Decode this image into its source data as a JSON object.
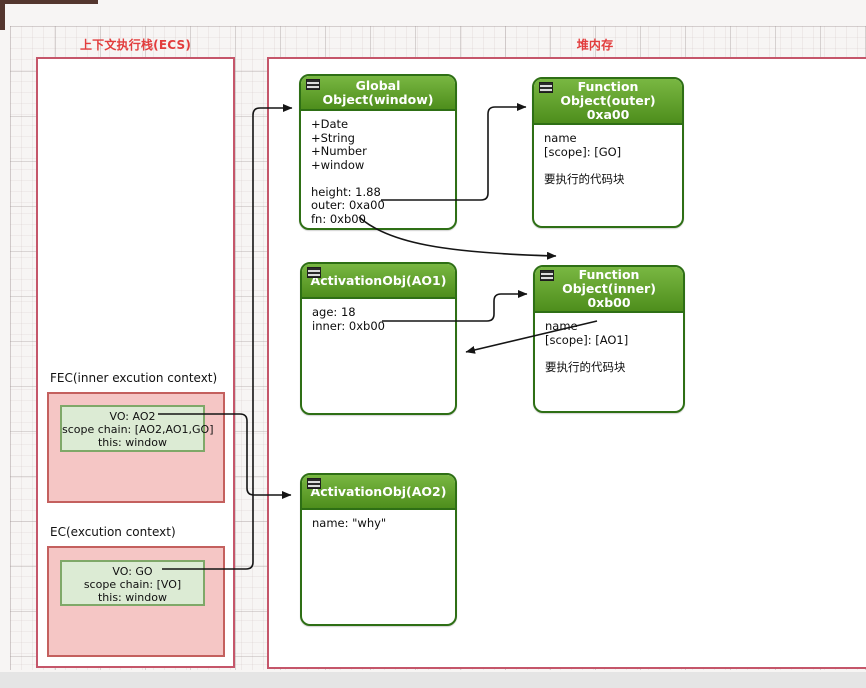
{
  "titles": {
    "ecs": "上下文执行栈(ECS)",
    "heap": "堆内存"
  },
  "ecs": {
    "frames": [
      {
        "label": "FEC(inner excution context)",
        "vo": [
          "VO: AO2",
          "scope chain: [AO2,AO1,GO]",
          "this: window"
        ]
      },
      {
        "label": "EC(excution context)",
        "vo": [
          "VO: GO",
          "scope chain: [VO]",
          "this: window"
        ]
      }
    ]
  },
  "heap": {
    "objects": [
      {
        "title": "Global Object(window)",
        "subtitle": "",
        "lines": [
          "+Date",
          "+String",
          "+Number",
          "+window",
          "",
          "height: 1.88",
          "outer: 0xa00",
          "fn: 0xb00"
        ]
      },
      {
        "title": "Function Object(outer)",
        "subtitle": "0xa00",
        "lines": [
          "name",
          "[scope]: [GO]",
          "",
          "要执行的代码块"
        ]
      },
      {
        "title": "ActivationObj(AO1)",
        "subtitle": "",
        "lines": [
          "age: 18",
          "inner: 0xb00"
        ]
      },
      {
        "title": "Function Object(inner)",
        "subtitle": "0xb00",
        "lines": [
          "name",
          "[scope]: [AO1]",
          "",
          "要执行的代码块"
        ]
      },
      {
        "title": "ActivationObj(AO2)",
        "subtitle": "",
        "lines": [
          "name: \"why\""
        ]
      }
    ]
  },
  "connections": [
    {
      "from": "EC VO: GO",
      "to": "Global Object(window)"
    },
    {
      "from": "FEC VO: AO2",
      "to": "ActivationObj(AO2)"
    },
    {
      "from": "Global outer: 0xa00",
      "to": "Function Object(outer)"
    },
    {
      "from": "Global fn: 0xb00",
      "to": "Function Object(inner)"
    },
    {
      "from": "AO1 inner: 0xb00",
      "to": "Function Object(inner)"
    },
    {
      "from": "inner [scope]: [AO1]",
      "to": "ActivationObj(AO1)"
    }
  ],
  "colors": {
    "accent_red": "#e23d3d",
    "region_border": "#c5566a",
    "class_green": "#5c9c21",
    "class_border": "#2e6f15",
    "frame_pink": "#f5c6c5",
    "frame_border": "#c4605e",
    "vo_green": "#dcebd4",
    "vo_border": "#7fa868",
    "wire": "#151515"
  }
}
